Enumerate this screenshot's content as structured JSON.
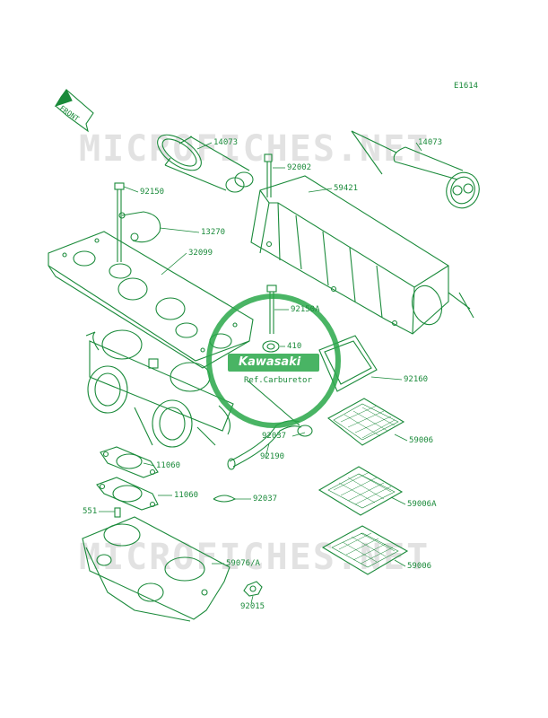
{
  "diagram": {
    "code": "E1614",
    "front_tag": "FRONT",
    "watermark": "MICROFICHES.NET",
    "logo": "Kawasaki",
    "colors": {
      "line": "#1a8a3a",
      "watermark": "#c8c8c8",
      "logo": "#2aa84a"
    }
  },
  "labels": {
    "p14073_left": "14073",
    "p14073_right": "14073",
    "p92002": "92002",
    "p59421": "59421",
    "p92150": "92150",
    "p13270": "13270",
    "p32099": "32099",
    "p92150A": "92150A",
    "p410": "410",
    "ref_carb": "Ref.Carburetor",
    "p92160": "92160",
    "p92037_a": "92037",
    "p59006_a": "59006",
    "p92190": "92190",
    "p11060_a": "11060",
    "p11060_b": "11060",
    "p92037_b": "92037",
    "p59006A": "59006A",
    "p551": "551",
    "p59076A": "59076/A",
    "p59006_b": "59006",
    "p92015": "92015"
  }
}
